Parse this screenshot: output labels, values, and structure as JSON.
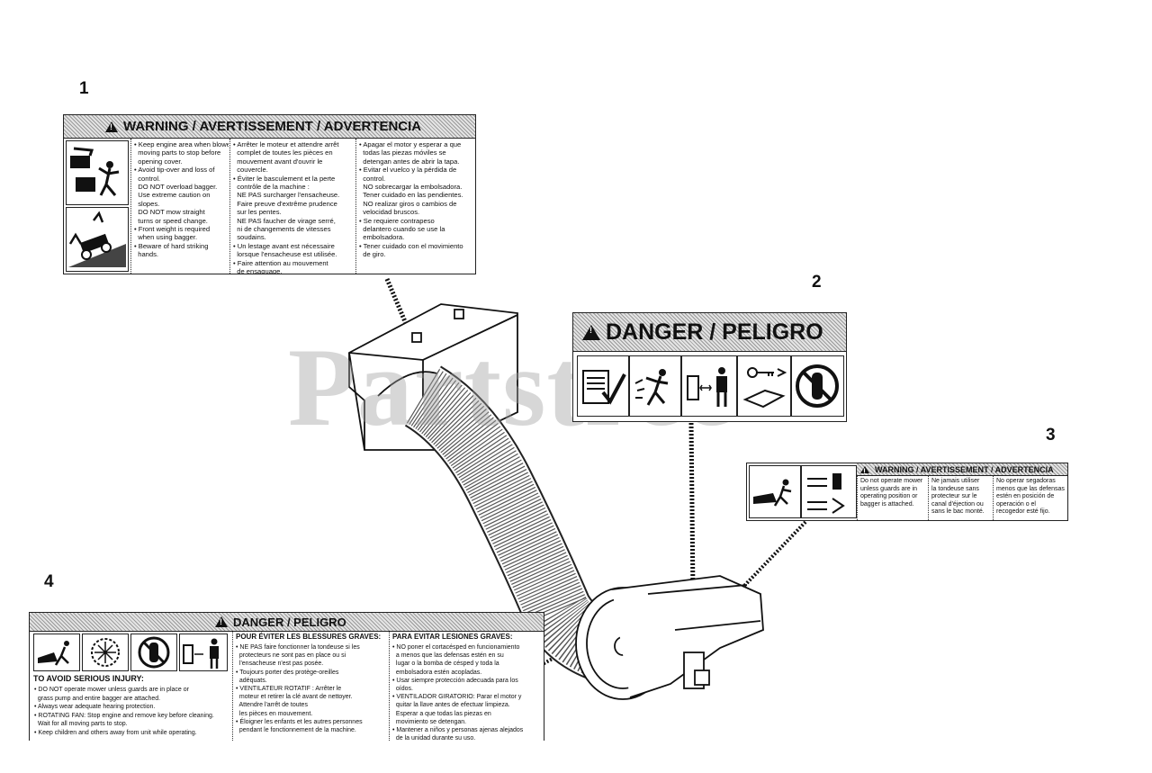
{
  "watermark": "Partstree",
  "callouts": [
    "1",
    "2",
    "3",
    "4"
  ],
  "label1": {
    "header": "WARNING / AVERTISSEMENT / ADVERTENCIA",
    "en": [
      "• Keep engine area when blower",
      "  moving parts to stop before",
      "  opening cover.",
      "• Avoid tip-over and loss of",
      "  control.",
      "  DO NOT overload bagger.",
      "  Use extreme caution on",
      "  slopes.",
      "  DO NOT mow straight",
      "  turns or speed change.",
      "• Front weight is required",
      "  when using bagger.",
      "• Beware of hard striking",
      "  hands."
    ],
    "fr": [
      "• Arrêter le moteur et attendre arrêt",
      "  complet de toutes les pièces en",
      "  mouvement avant d'ouvrir le",
      "  couvercle.",
      "• Éviter le basculement et la perte",
      "  contrôle de la machine :",
      "  NE PAS surcharger l'ensacheuse.",
      "  Faire preuve d'extrême prudence",
      "  sur les pentes.",
      "  NE PAS faucher de virage serré,",
      "  ni de changements de vitesses",
      "  soudains.",
      "• Un lestage avant est nécessaire",
      "  lorsque l'ensacheuse est utilisée.",
      "• Faire attention au mouvement",
      "  de ensaquage."
    ],
    "es": [
      "• Apagar el motor y esperar a que",
      "  todas las piezas móviles se",
      "  detengan antes de abrir la tapa.",
      "• Evitar el vuelco y la pérdida de",
      "  control.",
      "  NO sobrecargar la embolsadora.",
      "  Tener cuidado en las pendientes.",
      "  NO realizar giros o cambios de",
      "  velocidad bruscos.",
      "• Se requiere contrapeso",
      "  delantero cuando se use la",
      "  embolsadora.",
      "• Tener cuidado con el movimiento",
      "  de giro."
    ]
  },
  "label2": {
    "header": "DANGER / PELIGRO"
  },
  "label3": {
    "header": "WARNING / AVERTISSEMENT / ADVERTENCIA",
    "en": [
      "Do not operate mower",
      "unless guards are in",
      "operating position or",
      "bagger is attached."
    ],
    "fr": [
      "Ne jamais utiliser",
      "la tondeuse sans",
      "protecteur sur le",
      "canal d'éjection ou",
      "sans le bac monté."
    ],
    "es": [
      "No operar segadoras",
      "menos que las defensas",
      "estén en posición de",
      "operación o el",
      "recogedor esté fijo."
    ]
  },
  "label4": {
    "header": "DANGER / PELIGRO",
    "en_title": "TO AVOID SERIOUS INJURY:",
    "en": [
      "• DO NOT operate mower unless guards are in place or",
      "  grass pump and entire bagger are attached.",
      "• Always wear adequate hearing protection.",
      "• ROTATING FAN: Stop engine and remove key before cleaning.",
      "  Wait for all moving parts to stop.",
      "• Keep children and others away from unit while operating."
    ],
    "fr_title": "POUR ÉVITER LES BLESSURES GRAVES:",
    "fr": [
      "• NE PAS faire fonctionner la tondeuse si les",
      "  protecteurs ne sont pas en place ou si",
      "  l'ensacheuse n'est pas posée.",
      "• Toujours porter des protège-oreilles",
      "  adéquats.",
      "• VENTILATEUR ROTATIF : Arrêter le",
      "  moteur et retirer la clé avant de nettoyer.",
      "  Attendre l'arrêt de toutes",
      "  les pièces en mouvement.",
      "• Éloigner les enfants et les autres personnes",
      "  pendant le fonctionnement de la machine."
    ],
    "es_title": "PARA EVITAR LESIONES GRAVES:",
    "es": [
      "• NO poner el cortacésped en funcionamiento",
      "  a menos que las defensas estén en su",
      "  lugar o la bomba de césped y toda la",
      "  embolsadora estén acopladas.",
      "• Usar siempre protección adecuada para los",
      "  oídos.",
      "• VENTILADOR GIRATORIO: Parar el motor y",
      "  quitar la llave antes de efectuar limpieza.",
      "  Esperar a que todas las piezas en",
      "  movimiento se detengan.",
      "• Mantener a niños y personas ajenas alejados",
      "  de la unidad durante su uso."
    ]
  }
}
